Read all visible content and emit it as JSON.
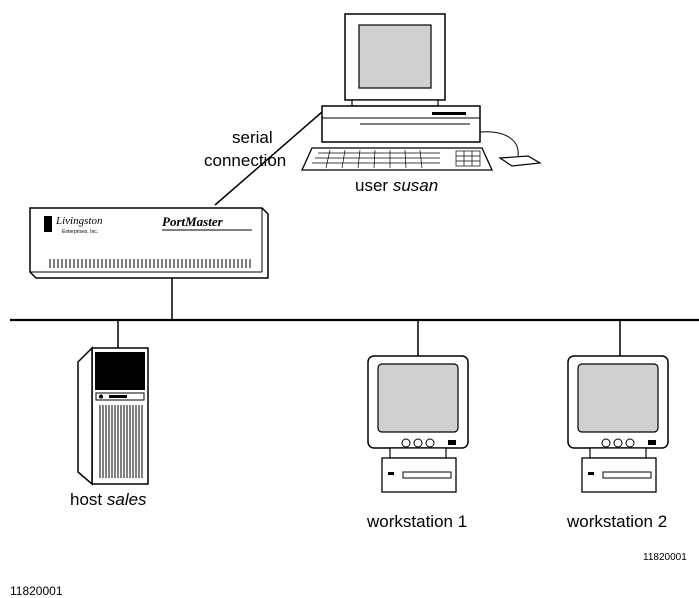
{
  "labels": {
    "serial_line1": "serial",
    "serial_line2": "connection",
    "user_prefix": "user",
    "user_name": "susan",
    "host_prefix": "host",
    "host_name": "sales",
    "workstation1": "workstation 1",
    "workstation2": "workstation 2",
    "figure_code_right": "11820001",
    "figure_code_bottom": "11820001"
  },
  "device": {
    "brand": "Livingston",
    "brand_sub": "Enterprises, Inc.",
    "model": "PortMaster"
  },
  "icons": {
    "user_computer": "desktop-computer-icon",
    "portmaster": "portmaster-router-icon",
    "host": "tower-server-icon",
    "workstation": "workstation-monitor-icon"
  }
}
